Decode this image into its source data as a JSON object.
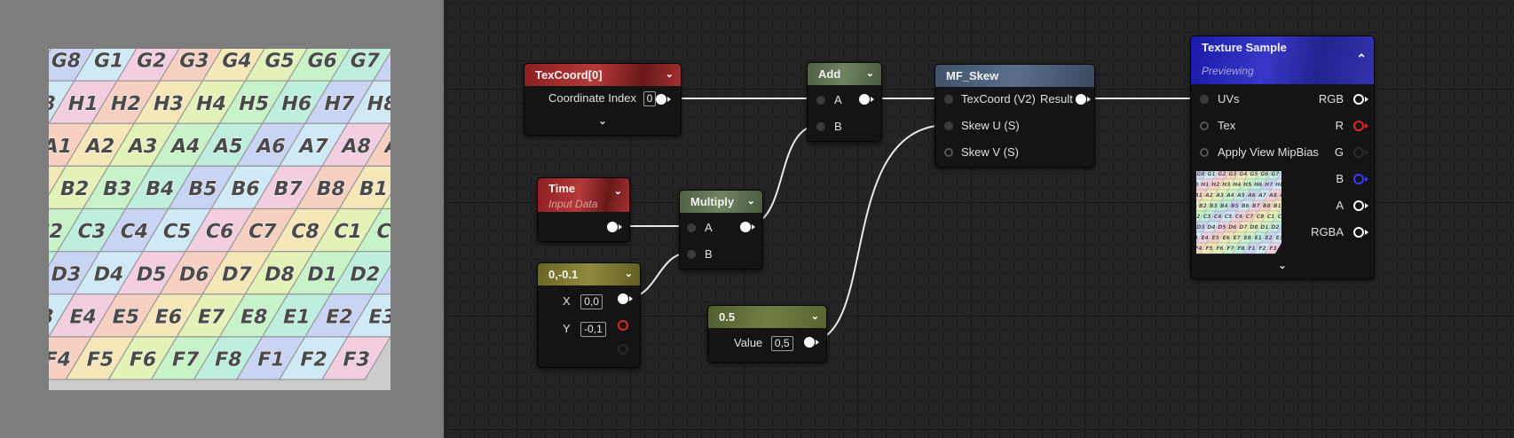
{
  "preview": {
    "rows": [
      [
        "G1",
        "G2",
        "G3",
        "G4",
        "G5",
        "G6",
        "G7",
        "G8"
      ],
      [
        "H1",
        "H2",
        "H3",
        "H4",
        "H5",
        "H6",
        "H7",
        "H8"
      ],
      [
        "A1",
        "A2",
        "A3",
        "A4",
        "A5",
        "A6",
        "A7",
        "A8"
      ],
      [
        "B1",
        "B2",
        "B3",
        "B4",
        "B5",
        "B6",
        "B7",
        "B8"
      ],
      [
        "C1",
        "C2",
        "C3",
        "C4",
        "C5",
        "C6",
        "C7",
        "C8"
      ],
      [
        "D1",
        "D2",
        "D3",
        "D4",
        "D5",
        "D6",
        "D7",
        "D8"
      ],
      [
        "E1",
        "E2",
        "E3",
        "E4",
        "E5",
        "E6",
        "E7",
        "E8"
      ],
      [
        "F1",
        "F2",
        "F3",
        "F4",
        "F5",
        "F6",
        "F7",
        "F8"
      ]
    ],
    "colors": [
      "#cfe9f7",
      "#f3cde0",
      "#f8d0c2",
      "#f5e7b7",
      "#e3f3b8",
      "#c8f2c8",
      "#bdeede",
      "#c9d3f3"
    ]
  },
  "nodes": {
    "texcoord": {
      "title": "TexCoord[0]",
      "pin_label": "Coordinate Index",
      "value": "0"
    },
    "time": {
      "title": "Time",
      "subtitle": "Input Data"
    },
    "const2": {
      "title": "0,-0.1",
      "x_label": "X",
      "x_value": "0,0",
      "y_label": "Y",
      "y_value": "-0,1"
    },
    "multiply": {
      "title": "Multiply",
      "a": "A",
      "b": "B"
    },
    "add": {
      "title": "Add",
      "a": "A",
      "b": "B"
    },
    "const1": {
      "title": "0.5",
      "label": "Value",
      "value": "0,5"
    },
    "skew": {
      "title": "MF_Skew",
      "in1": "TexCoord (V2)",
      "in2": "Skew U (S)",
      "in3": "Skew V (S)",
      "out": "Result"
    },
    "texsample": {
      "title": "Texture Sample",
      "subtitle": "Previewing",
      "in1": "UVs",
      "in2": "Tex",
      "in3": "Apply View MipBias",
      "out_rgb": "RGB",
      "out_r": "R",
      "out_g": "G",
      "out_b": "B",
      "out_a": "A",
      "out_rgba": "RGBA"
    }
  }
}
